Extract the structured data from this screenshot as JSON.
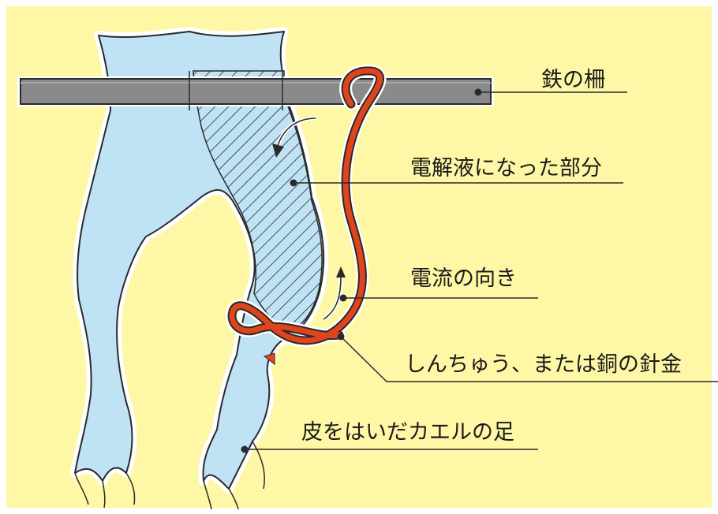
{
  "labels": {
    "iron_rail": "鉄の柵",
    "electrolyte_part": "電解液になった部分",
    "current_direction": "電流の向き",
    "brass_copper_wire": "しんちゅう、または銅の針金",
    "skinned_frog_leg": "皮をはいだカエルの足"
  },
  "colors": {
    "background": "#fdf7a6",
    "border": "#ffffff",
    "frog_leg": "#bfe3f5",
    "outline": "#2a2a2a",
    "rail": "#8a8a8a",
    "wire": "#e0441c"
  }
}
